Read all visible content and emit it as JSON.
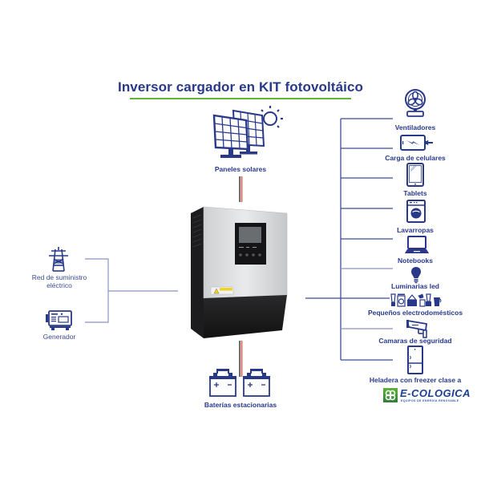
{
  "title": "Inversor cargador en KIT fotovoltáico",
  "colors": {
    "primary": "#28398a",
    "line": "#3b4c9a",
    "line_light": "#8a95c0",
    "accent_green": "#5fb336",
    "cable_red": "#e0665a",
    "cable_dark": "#4a4a4a"
  },
  "inputs": {
    "solar": {
      "label": "Paneles solares",
      "icon": "solar-panel-icon"
    },
    "batteries": {
      "label": "Baterías estacionarias",
      "icon": "battery-icon"
    },
    "grid": {
      "label_line1": "Red de suministro",
      "label_line2": "eléctrico",
      "icon": "power-tower-icon"
    },
    "generator": {
      "label": "Generador",
      "icon": "generator-icon"
    }
  },
  "device": {
    "name": "inverter",
    "caution_label": "CAUTION"
  },
  "loads": [
    {
      "label": "Ventiladores",
      "icon": "fan-icon"
    },
    {
      "label": "Carga de celulares",
      "icon": "phone-charging-icon"
    },
    {
      "label": "Tablets",
      "icon": "tablet-icon"
    },
    {
      "label": "Lavarropas",
      "icon": "washing-machine-icon"
    },
    {
      "label": "Notebooks",
      "icon": "laptop-icon"
    },
    {
      "label": "Luminarias led",
      "icon": "light-bulb-icon"
    },
    {
      "label": "Pequeños electrodomésticos",
      "icon": "small-appliances-icon"
    },
    {
      "label": "Camaras de seguridad",
      "icon": "security-camera-icon"
    },
    {
      "label": "Heladera con freezer clase a",
      "icon": "refrigerator-icon"
    }
  ],
  "brand": {
    "name": "E-COLOGICA",
    "tagline": "EQUIPOS DE ENERGÍA RENOVABLE"
  }
}
